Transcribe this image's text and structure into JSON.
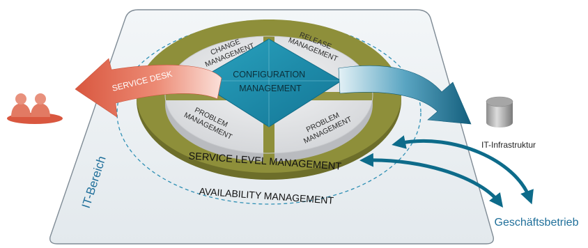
{
  "labels": {
    "it_bereich": "IT-Bereich",
    "service_desk": "SERVICE DESK",
    "change_line1": "CHANGE",
    "change_line2": "MANAGEMENT",
    "release_line1": "RELEASE",
    "release_line2": "MANAGEMENT",
    "configuration_line1": "CONFIGURATION",
    "configuration_line2": "MANAGEMENT",
    "problem_left_line1": "PROBLEM",
    "problem_left_line2": "MANAGEMENT",
    "problem_right_line1": "PROBLEM",
    "problem_right_line2": "MANAGEMENT",
    "service_level": "SERVICE LEVEL MANAGEMENT",
    "availability": "AVAILABILITY MANAGEMENT",
    "it_infrastruktur": "IT-Infrastruktur",
    "geschaeftsbetrieb": "Geschäftsbetrieb"
  },
  "icons": [
    "users-icon",
    "database-cylinder-icon"
  ],
  "colors": {
    "panel": "#e9eef2",
    "panel_border": "#7f8b95",
    "olive_ring": "#8e8f3a",
    "olive_dark": "#6d6e2a",
    "disc_light": "#e4e5e7",
    "config_blue": "#1e8aa6",
    "teal_arrow": "#0d6b8a",
    "service_desk_arrow": "#e06a55",
    "label_blue": "#1f6f9a"
  }
}
